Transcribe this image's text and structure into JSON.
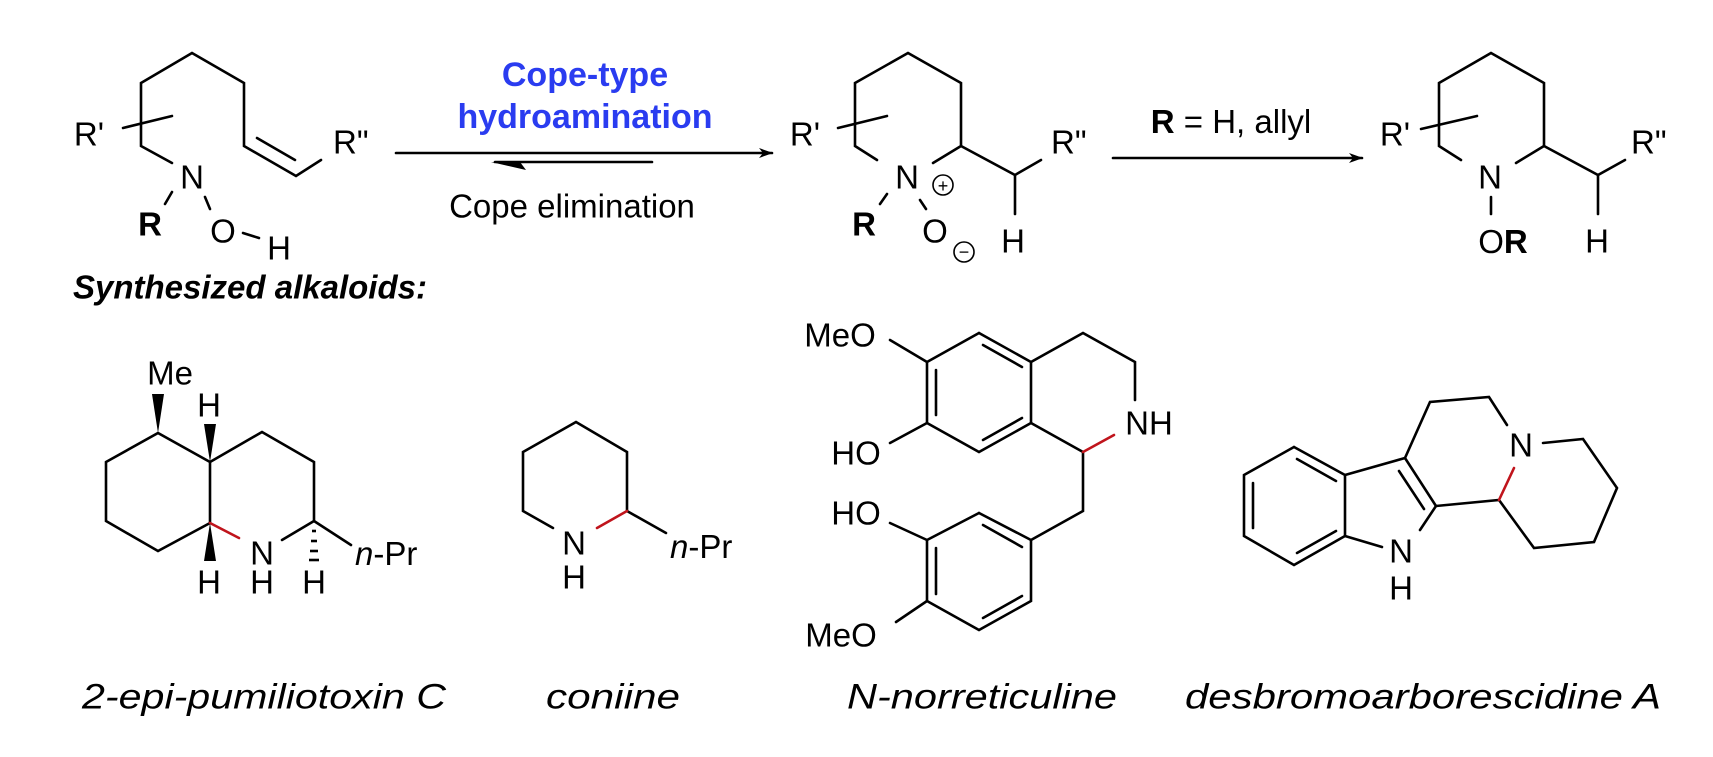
{
  "scheme": {
    "substrate": {
      "r_prime": "R'",
      "r_double": "R\"",
      "n": "N",
      "r": "R",
      "o": "O",
      "h": "H"
    },
    "forward_label_line1": "Cope-type",
    "forward_label_line2": "hydroamination",
    "reverse_label": "Cope elimination",
    "intermediate": {
      "r_prime": "R'",
      "r_double": "R\"",
      "n": "N",
      "plus": "+",
      "r": "R",
      "o": "O",
      "minus": "−",
      "h": "H"
    },
    "step2_label_r": "R",
    "step2_label_rest": " = H, allyl",
    "product": {
      "r_prime": "R'",
      "r_double": "R\"",
      "n": "N",
      "o": "O",
      "r": "R",
      "h": "H"
    },
    "label_color": "#2a3cf0"
  },
  "section_title": "Synthesized alkaloids:",
  "alkaloids": [
    {
      "name": "2-epi-pumiliotoxin C",
      "me": "Me",
      "h": "H",
      "n": "N",
      "npr_n": "n",
      "npr_rest": "-Pr"
    },
    {
      "name": "coniine",
      "n": "N",
      "h": "H",
      "npr_n": "n",
      "npr_rest": "-Pr"
    },
    {
      "name": "N-norreticuline",
      "meo": "MeO",
      "ho": "HO",
      "nh": "NH"
    },
    {
      "name": "desbromoarborescidine A",
      "n": "N",
      "h": "H"
    }
  ],
  "highlight_bond_color": "#c0141c"
}
